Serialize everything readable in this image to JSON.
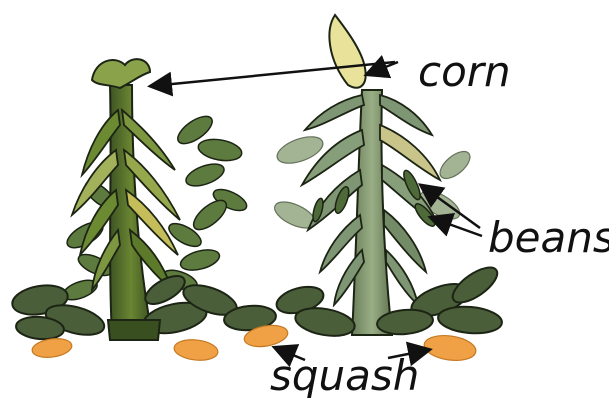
{
  "labels": {
    "corn": "corn",
    "beans": "beans",
    "squash": "squash"
  },
  "colors": {
    "corn_leaf_dark": "#4f6a2c",
    "corn_leaf_light": "#7d9640",
    "corn_leaf_gray": "#7e9673",
    "bean_leaf": "#5d7a3f",
    "squash_leaf": "#4b5e3a",
    "squash_fruit": "#f0a045",
    "tassel": "#e8e29a",
    "outline": "#1c2414"
  },
  "icons": {
    "left_plant": "corn-bean-squash-planting-illustration",
    "right_plant": "corn-bean-squash-planting-illustration"
  }
}
